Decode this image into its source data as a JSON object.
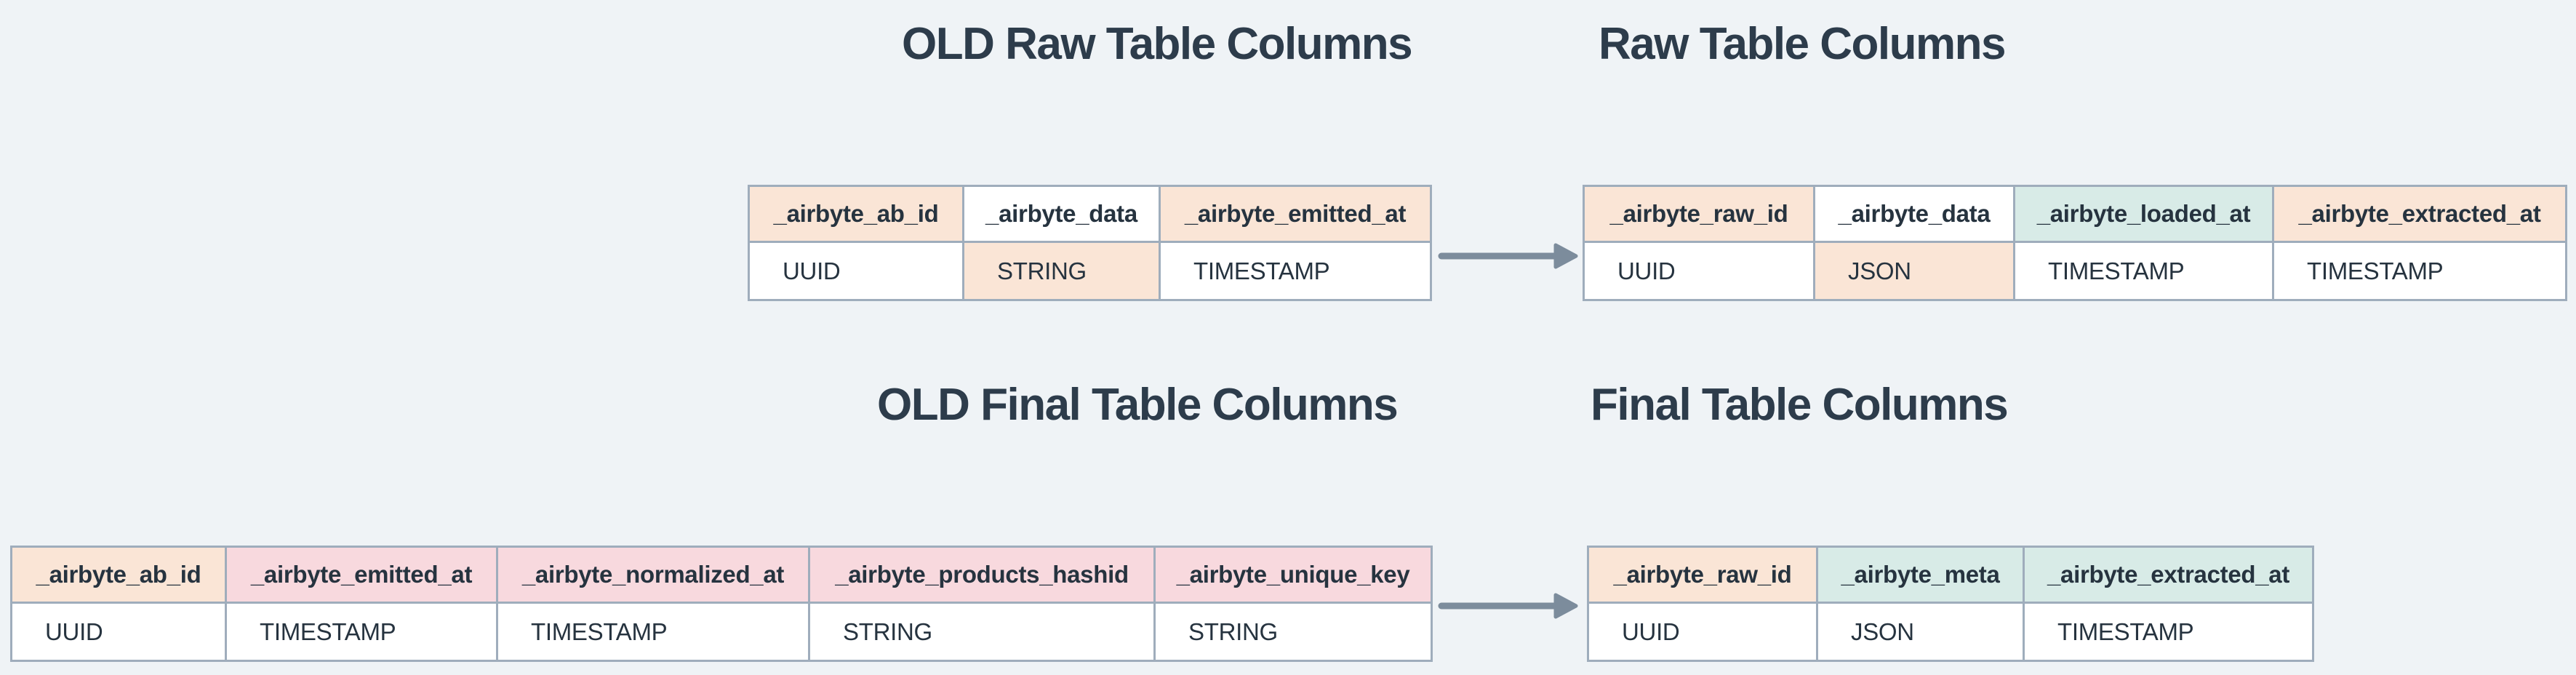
{
  "titles": [
    {
      "text": "OLD Raw Table Columns"
    },
    {
      "text": "Raw Table Columns"
    },
    {
      "text": "OLD Final Table Columns"
    },
    {
      "text": "Final Table Columns"
    }
  ],
  "colors": {
    "background": "#eff3f6",
    "border": "#9fadbc",
    "arrow": "#7c8c9c",
    "text": "#26333f",
    "title_text": "#2d3c4b",
    "highlight_peach": "#fae5d6",
    "highlight_pink": "#f8d9de",
    "highlight_teal": "#d8ebe7",
    "cell_white": "#ffffff"
  },
  "tables": [
    {
      "name": "old-raw-table-columns",
      "columns": [
        {
          "header": "_airbyte_ab_id",
          "header_highlight": "peach",
          "type": "UUID",
          "type_highlight": "white"
        },
        {
          "header": "_airbyte_data",
          "header_highlight": "white",
          "type": "STRING",
          "type_highlight": "peach"
        },
        {
          "header": "_airbyte_emitted_at",
          "header_highlight": "peach",
          "type": "TIMESTAMP",
          "type_highlight": "white"
        }
      ]
    },
    {
      "name": "raw-table-columns",
      "columns": [
        {
          "header": "_airbyte_raw_id",
          "header_highlight": "peach",
          "type": "UUID",
          "type_highlight": "white"
        },
        {
          "header": "_airbyte_data",
          "header_highlight": "white",
          "type": "JSON",
          "type_highlight": "peach"
        },
        {
          "header": "_airbyte_loaded_at",
          "header_highlight": "teal",
          "type": "TIMESTAMP",
          "type_highlight": "white"
        },
        {
          "header": "_airbyte_extracted_at",
          "header_highlight": "peach",
          "type": "TIMESTAMP",
          "type_highlight": "white"
        }
      ]
    },
    {
      "name": "old-final-table-columns",
      "columns": [
        {
          "header": "_airbyte_ab_id",
          "header_highlight": "peach",
          "type": "UUID",
          "type_highlight": "white"
        },
        {
          "header": "_airbyte_emitted_at",
          "header_highlight": "pink",
          "type": "TIMESTAMP",
          "type_highlight": "white"
        },
        {
          "header": "_airbyte_normalized_at",
          "header_highlight": "pink",
          "type": "TIMESTAMP",
          "type_highlight": "white"
        },
        {
          "header": "_airbyte_products_hashid",
          "header_highlight": "pink",
          "type": "STRING",
          "type_highlight": "white"
        },
        {
          "header": "_airbyte_unique_key",
          "header_highlight": "pink",
          "type": "STRING",
          "type_highlight": "white"
        }
      ]
    },
    {
      "name": "final-table-columns",
      "columns": [
        {
          "header": "_airbyte_raw_id",
          "header_highlight": "peach",
          "type": "UUID",
          "type_highlight": "white"
        },
        {
          "header": "_airbyte_meta",
          "header_highlight": "teal",
          "type": "JSON",
          "type_highlight": "white"
        },
        {
          "header": "_airbyte_extracted_at",
          "header_highlight": "teal",
          "type": "TIMESTAMP",
          "type_highlight": "white"
        }
      ]
    }
  ]
}
